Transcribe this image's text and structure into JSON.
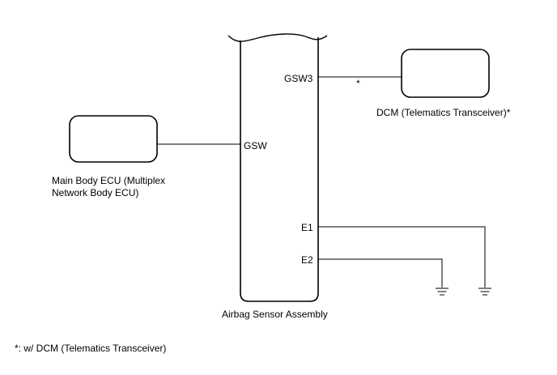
{
  "components": {
    "airbag_sensor": {
      "label": "Airbag Sensor Assembly"
    },
    "main_body_ecu": {
      "label_line1": "Main Body ECU (Multiplex",
      "label_line2": "Network Body ECU)"
    },
    "dcm": {
      "label": "DCM (Telematics Transceiver)*"
    }
  },
  "terminals": {
    "gsw3": "GSW3",
    "gsw": "GSW",
    "e1": "E1",
    "e2": "E2"
  },
  "wire_marker": "*",
  "footnote": "*: w/ DCM (Telematics Transceiver)"
}
